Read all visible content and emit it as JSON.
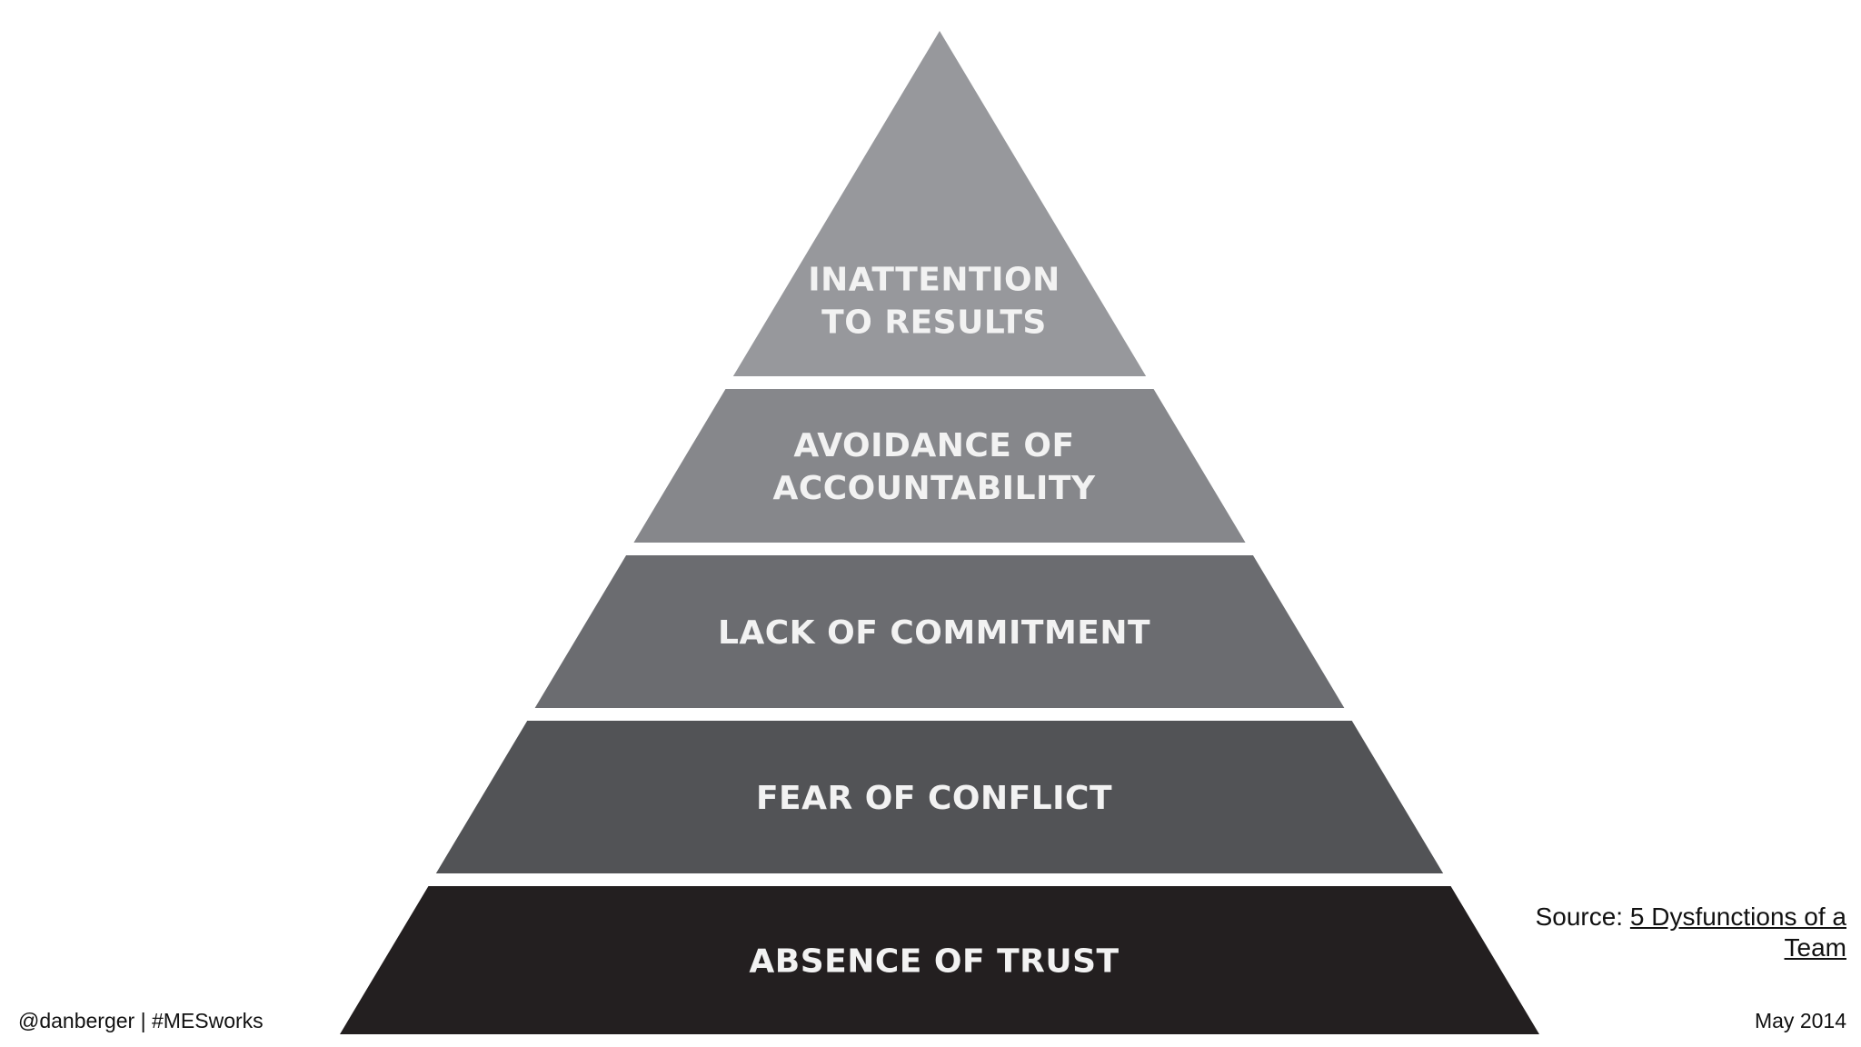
{
  "pyramid": {
    "tiers": [
      {
        "lines": [
          "INATTENTION",
          "TO RESULTS"
        ],
        "color": "#97989c"
      },
      {
        "lines": [
          "AVOIDANCE OF",
          "ACCOUNTABILITY"
        ],
        "color": "#86878b"
      },
      {
        "lines": [
          "LACK OF COMMITMENT"
        ],
        "color": "#6b6c70"
      },
      {
        "lines": [
          "FEAR OF CONFLICT"
        ],
        "color": "#525356"
      },
      {
        "lines": [
          "ABSENCE OF TRUST"
        ],
        "color": "#231f20"
      }
    ],
    "label_color": "#f2f2f2"
  },
  "source": {
    "prefix": "Source:",
    "link_text": "5 Dysfunctions of a Team"
  },
  "footer": {
    "left": "@danberger | #MESworks",
    "right": "May 2014"
  }
}
